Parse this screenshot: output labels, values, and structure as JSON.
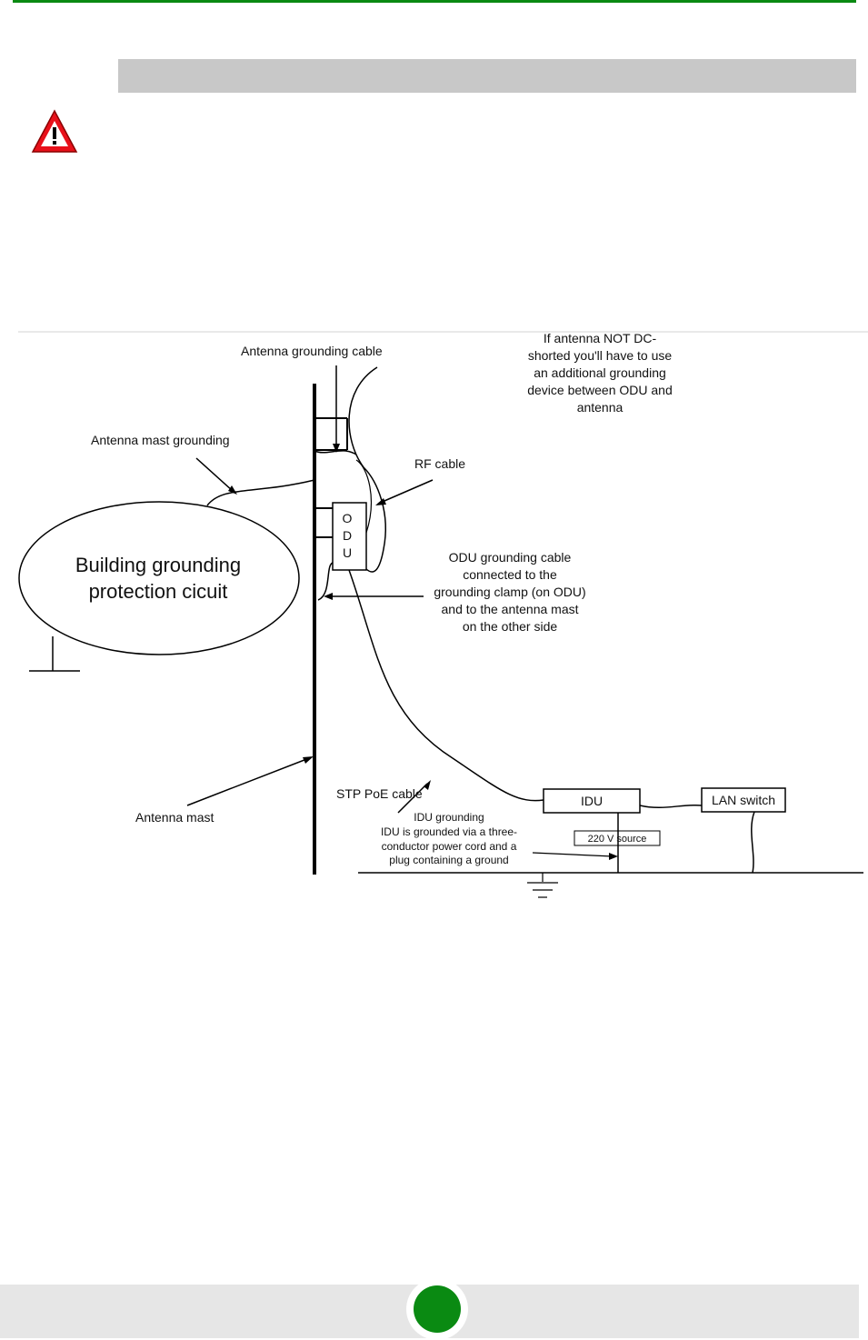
{
  "colors": {
    "accent_green": "#0a8a12",
    "heading_bar": "#c8c8c8",
    "warning_red": "#e8101a",
    "footer_gray": "#e6e6e6"
  },
  "icons": {
    "warning": "warning-triangle-icon",
    "page_badge": "green-circle-badge"
  },
  "diagram": {
    "labels": {
      "antenna_grounding_cable": "Antenna grounding cable",
      "dc_note_1": "If antenna NOT DC-",
      "dc_note_2": "shorted you'll have to use",
      "dc_note_3": "an additional grounding",
      "dc_note_4": "device between ODU and",
      "dc_note_5": "antenna",
      "antenna_mast_grounding": "Antenna mast grounding",
      "rf_cable": "RF cable",
      "odu_o": "O",
      "odu_d": "D",
      "odu_u": "U",
      "building_1": "Building grounding",
      "building_2": "protection cicuit",
      "odu_cable_1": "ODU grounding cable",
      "odu_cable_2": "connected to the",
      "odu_cable_3": "grounding clamp (on ODU)",
      "odu_cable_4": "and to the antenna mast",
      "odu_cable_5": "on the other side",
      "stp_poe_cable": "STP PoE cable",
      "antenna_mast": "Antenna mast",
      "idu": "IDU",
      "lan_switch": "LAN switch",
      "idu_grounding_1": "IDU grounding",
      "idu_grounding_2": "IDU is grounded via a three-",
      "idu_grounding_3": "conductor power cord and a",
      "idu_grounding_4": "plug containing a ground",
      "source_220v": "220 V source"
    }
  }
}
